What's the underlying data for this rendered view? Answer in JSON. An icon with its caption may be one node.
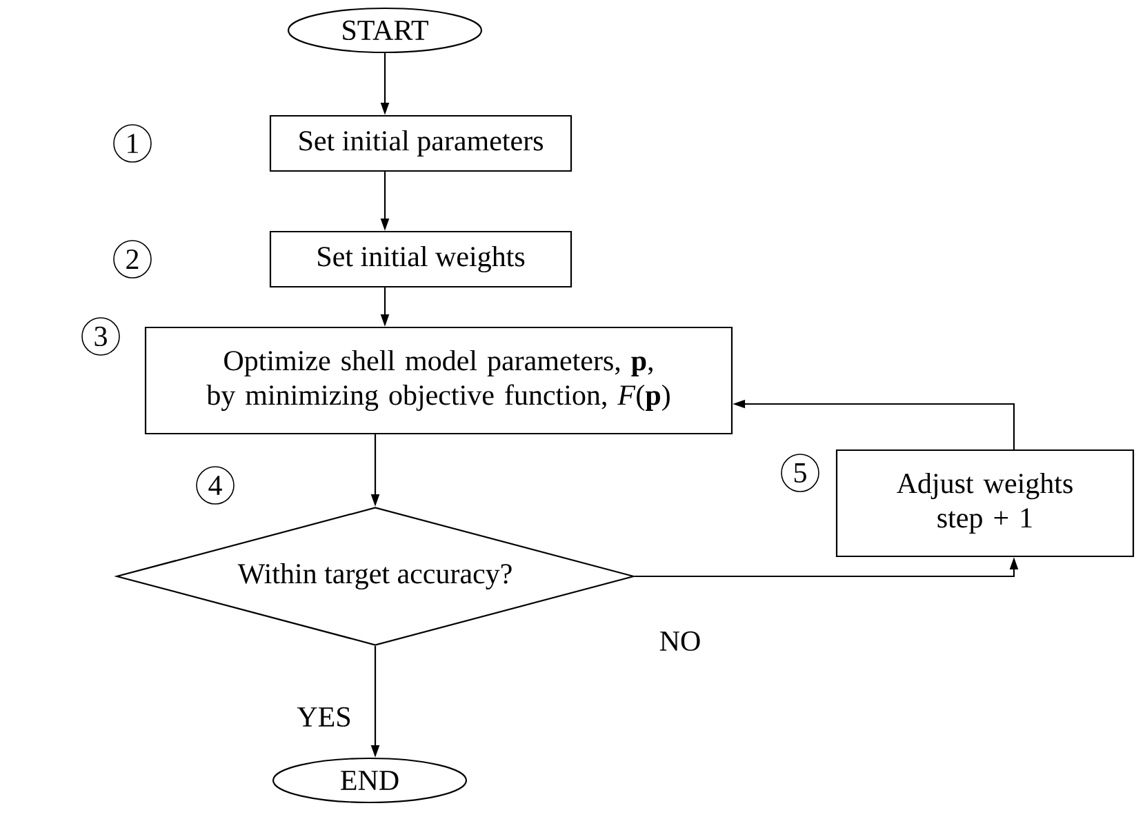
{
  "diagram": {
    "nodes": [
      {
        "text": [
          "START"
        ]
      },
      {
        "text": [
          "Set initial parameters"
        ]
      },
      {
        "text": [
          "Set initial weights"
        ]
      },
      {
        "text": [
          "Optimize shell model parameters, **p**, by minimizing objective function, *F*(**p**)"
        ]
      },
      {
        "text": [
          "Within target accuracy?"
        ]
      },
      {
        "text": [
          "Adjust weights step + 1"
        ]
      },
      {
        "text": [
          "END"
        ]
      }
    ],
    "edges": [
      {
        "from": 0,
        "to": 1,
        "arrow": "to"
      },
      {
        "from": 1,
        "to": 2,
        "arrow": "to"
      },
      {
        "from": 2,
        "to": 3,
        "arrow": "to"
      },
      {
        "from": 3,
        "to": 4,
        "arrow": "to"
      },
      {
        "from": 4,
        "to": 5,
        "arrow": "to",
        "label": "NO"
      },
      {
        "from": 5,
        "to": 3,
        "arrow": "to"
      },
      {
        "from": 4,
        "to": 6,
        "arrow": "to",
        "label": "YES"
      }
    ],
    "labels": [
      "1",
      "2",
      "3",
      "5",
      "4"
    ]
  }
}
